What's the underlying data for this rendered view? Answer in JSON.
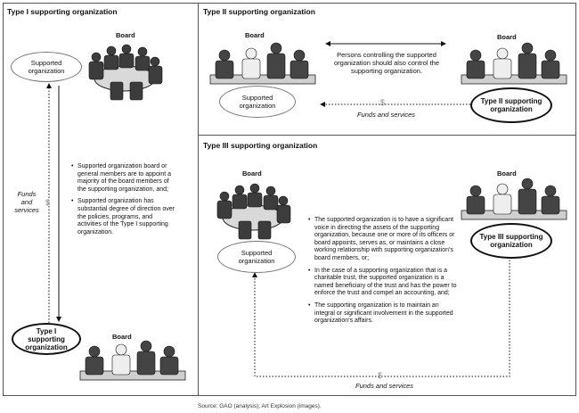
{
  "type1": {
    "title": "Type I supporting organization",
    "board_label": "Board",
    "board_label_bottom": "Board",
    "supported": "Supported organization",
    "entity": "Type I supporting organization",
    "flow_label": "Funds and services",
    "dollar": "$",
    "bullets": [
      "Supported organization board or general members are to appoint a majority of the board members of the supporting organization, and;",
      "Supported organization has substantial degree of direction over the policies, programs, and activities of the Type I supporting organization."
    ]
  },
  "type2": {
    "title": "Type II supporting organization",
    "board_left": "Board",
    "board_right": "Board",
    "control_text": "Persons controlling the supported organization should also control the supporting organization.",
    "supported": "Supported organization",
    "entity": "Type II supporting organization",
    "flow_label": "Funds and services",
    "dollar": "$"
  },
  "type3": {
    "title": "Type III supporting organization",
    "board_left": "Board",
    "board_right": "Board",
    "supported": "Supported organization",
    "entity": "Type III supporting organization",
    "flow_label": "Funds and services",
    "dollar": "$",
    "bullets": [
      "The supported organization is to have a significant voice in directing the assets of the supporting organization, because one or more of its officers or board appoints, serves as, or maintains a close working relationship with supporting organization’s board members, or;",
      "In the case of a supporting organization that is a charitable trust, the supported organization is a named beneficiary of the trust and has the power to enforce the trust and compel an accounting, and;",
      "The supporting organization is to maintain an integral or significant involvement in the supported organization’s affairs."
    ]
  },
  "source": "Source: GAO (analysis); Art Explosion (images)."
}
